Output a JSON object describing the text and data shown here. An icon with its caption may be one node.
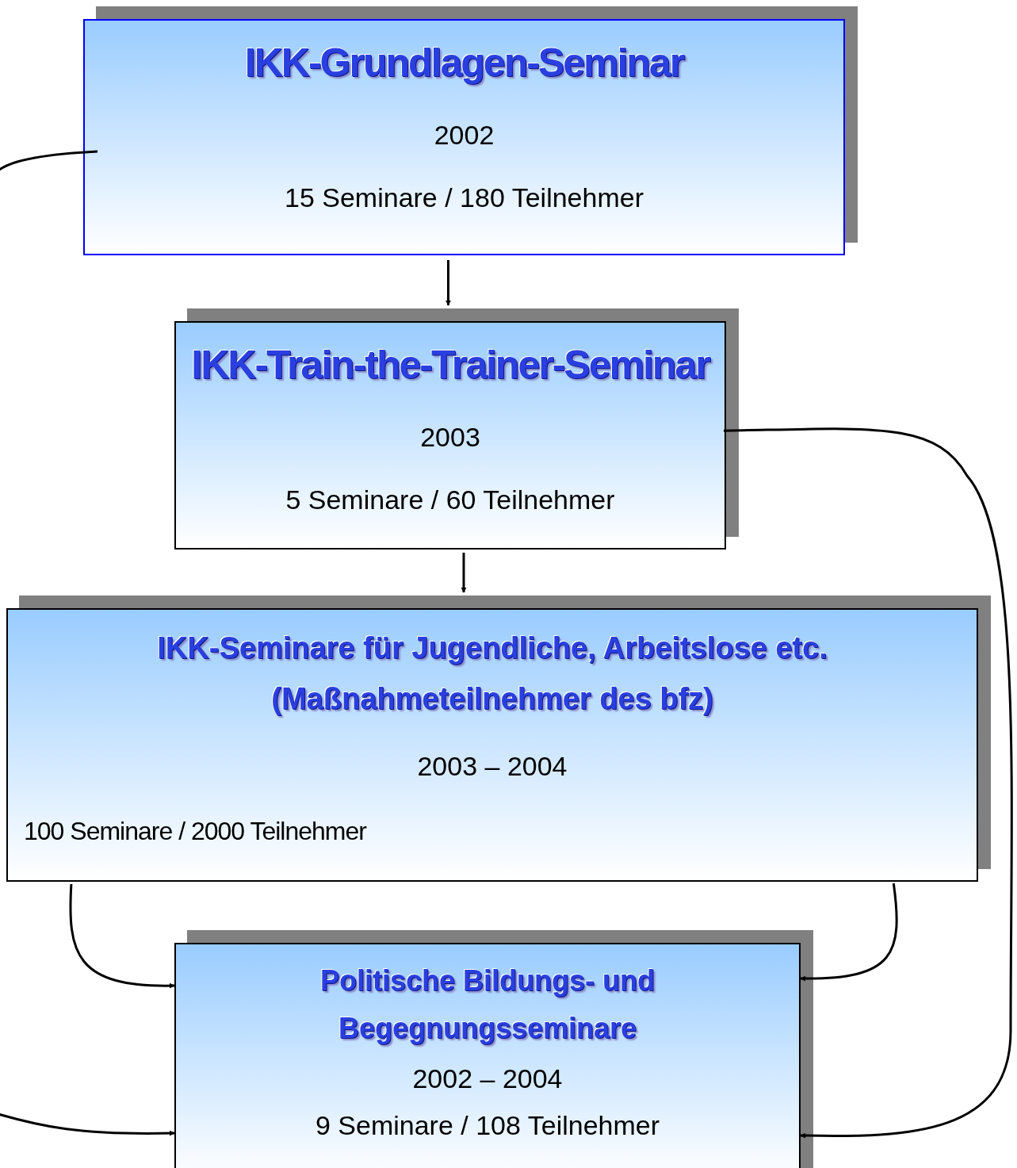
{
  "diagram": {
    "nodes": [
      {
        "text": [
          "IKK-Grundlagen-Seminar",
          "2002",
          "15 Seminare / 180 Teilnehmer"
        ]
      },
      {
        "text": [
          "IKK-Train-the-Trainer-Seminar",
          "2003",
          "5 Seminare / 60 Teilnehmer"
        ]
      },
      {
        "text": [
          "IKK-Seminare für Jugendliche, Arbeitslose etc. (Maßnahmeteilnehmer des bfz)",
          "2003 – 2004",
          "100 Seminare / 2000 Teilnehmer"
        ]
      },
      {
        "text": [
          "Politische Bildungs- und Begegnungsseminare",
          "2002 – 2004",
          "9 Seminare / 108 Teilnehmer"
        ]
      }
    ],
    "edges": [
      {
        "from": 0,
        "to": 1,
        "arrow": "to"
      },
      {
        "from": 1,
        "to": 2,
        "arrow": "to"
      },
      {
        "from": 2,
        "to": 3,
        "arrow": "to"
      },
      {
        "from": 2,
        "to": 3,
        "arrow": "to"
      },
      {
        "from": 1,
        "to": 3,
        "arrow": "to"
      },
      {
        "from": 0,
        "to": null,
        "arrow": "none"
      },
      {
        "from": null,
        "to": 3,
        "arrow": "to"
      }
    ]
  }
}
